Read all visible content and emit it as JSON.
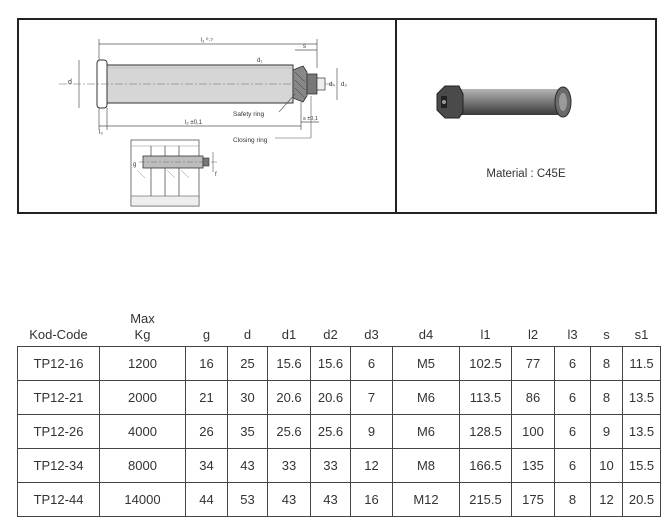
{
  "figure": {
    "labels": {
      "l1": "l₁ ⁰·⁵",
      "d": "d",
      "d1": "d₁",
      "d3": "d₃",
      "d4": "d₄",
      "s": "s",
      "l3": "l₃",
      "l2": "l₂ ±0,1",
      "s1": "s ±0,1",
      "safety_ring": "Safety ring",
      "closing_ring": "Closing ring",
      "g": "g",
      "f": "f"
    },
    "material": "Material : C45E"
  },
  "table": {
    "headers": [
      {
        "line1": "",
        "line2": "Kod-Code"
      },
      {
        "line1": "Max",
        "line2": "Kg"
      },
      {
        "line1": "",
        "line2": "g"
      },
      {
        "line1": "",
        "line2": "d"
      },
      {
        "line1": "",
        "line2": "d1"
      },
      {
        "line1": "",
        "line2": "d2"
      },
      {
        "line1": "",
        "line2": "d3"
      },
      {
        "line1": "",
        "line2": "d4"
      },
      {
        "line1": "",
        "line2": "l1"
      },
      {
        "line1": "",
        "line2": "l2"
      },
      {
        "line1": "",
        "line2": "l3"
      },
      {
        "line1": "",
        "line2": "s"
      },
      {
        "line1": "",
        "line2": "s1"
      }
    ],
    "rows": [
      [
        "TP12-16",
        "1200",
        "16",
        "25",
        "15.6",
        "15.6",
        "6",
        "M5",
        "102.5",
        "77",
        "6",
        "8",
        "11.5"
      ],
      [
        "TP12-21",
        "2000",
        "21",
        "30",
        "20.6",
        "20.6",
        "7",
        "M6",
        "113.5",
        "86",
        "6",
        "8",
        "13.5"
      ],
      [
        "TP12-26",
        "4000",
        "26",
        "35",
        "25.6",
        "25.6",
        "9",
        "M6",
        "128.5",
        "100",
        "6",
        "9",
        "13.5"
      ],
      [
        "TP12-34",
        "8000",
        "34",
        "43",
        "33",
        "33",
        "12",
        "M8",
        "166.5",
        "135",
        "6",
        "10",
        "15.5"
      ],
      [
        "TP12-44",
        "14000",
        "44",
        "53",
        "43",
        "43",
        "16",
        "M12",
        "215.5",
        "175",
        "8",
        "12",
        "20.5"
      ]
    ]
  }
}
